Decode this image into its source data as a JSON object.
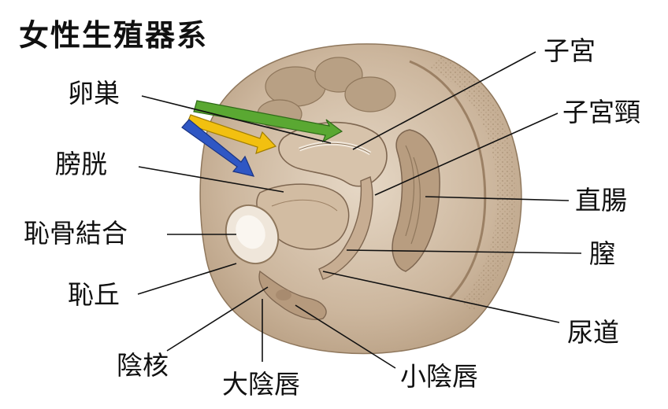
{
  "title": "女性生殖器系",
  "labels": {
    "ovary": "卵巣",
    "bladder": "膀胱",
    "pubic_symphysis": "恥骨結合",
    "mons_pubis": "恥丘",
    "clitoris": "陰核",
    "labia_majora": "大陰唇",
    "labia_minora": "小陰唇",
    "urethra": "尿道",
    "vagina": "膣",
    "rectum": "直腸",
    "cervix": "子宮頸",
    "uterus": "子宮"
  },
  "colors": {
    "arrow_green": "#5aa832",
    "arrow_yellow": "#f2c010",
    "arrow_blue": "#2f57c4",
    "tissue": "#c9b49c"
  }
}
